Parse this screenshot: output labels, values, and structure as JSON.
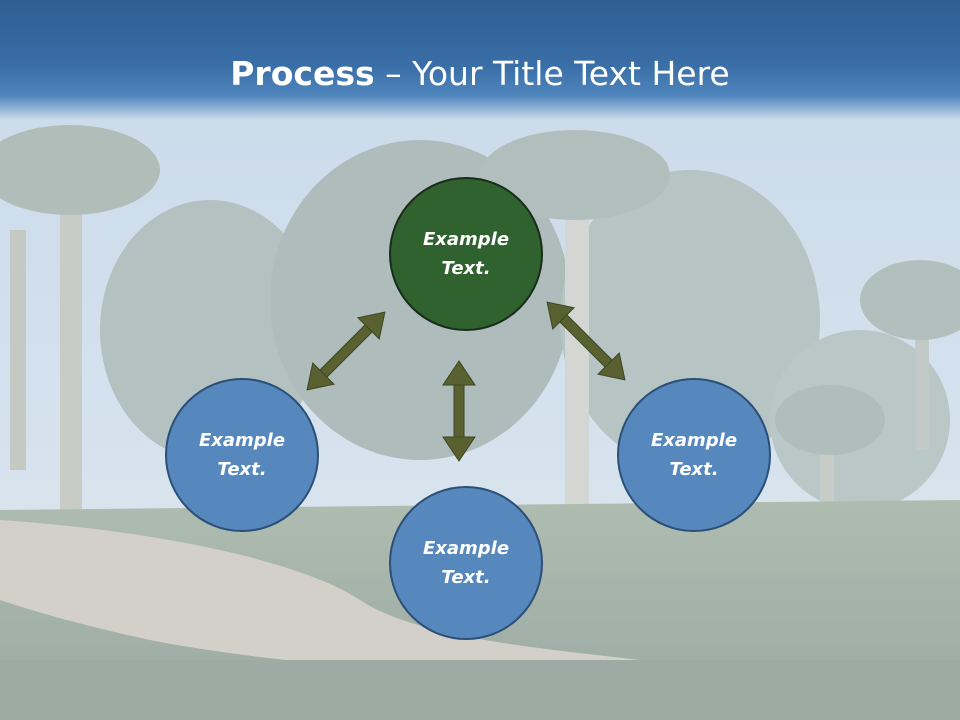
{
  "slide": {
    "title_bold": "Process",
    "title_rest": " – Your Title Text Here"
  },
  "diagram": {
    "center": {
      "label": "Example\nText."
    },
    "left": {
      "label": "Example\nText."
    },
    "right": {
      "label": "Example\nText."
    },
    "bottom": {
      "label": "Example\nText."
    }
  },
  "colors": {
    "header": "#3a6ea6",
    "center_node": "#30622f",
    "satellite_node": "#5688bd",
    "arrow": "#5a6130"
  }
}
